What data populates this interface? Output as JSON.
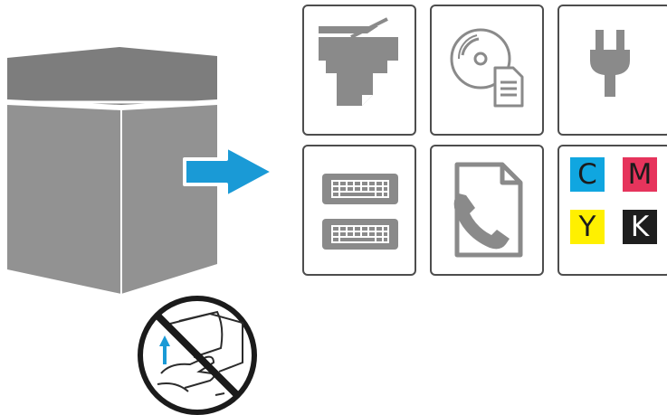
{
  "colors": {
    "printer_gray": "#929292",
    "printer_top": "#7d7d7d",
    "arrow_blue": "#1a9ad6",
    "tile_border": "#4d4d4d",
    "icon_gray": "#8a8a8a"
  },
  "icons": {
    "printer": "mfp-printer-icon",
    "arrow": "right-arrow-icon",
    "tiles": [
      "scanner-copier-icon",
      "software-cd-document-icon",
      "power-plug-icon",
      "keyboard-icon",
      "fax-document-icon",
      "toner-cartridges-icon"
    ],
    "warning": "do-not-lift-by-control-panel-icon"
  },
  "toner": {
    "cyan": {
      "label": "C",
      "color": "#10a6e0",
      "text_color": "#1b1b1b"
    },
    "magenta": {
      "label": "M",
      "color": "#e6345c",
      "text_color": "#1b1b1b"
    },
    "yellow": {
      "label": "Y",
      "color": "#fff000",
      "text_color": "#1b1b1b"
    },
    "black": {
      "label": "K",
      "color": "#1e1e1e",
      "text_color": "#ffffff"
    }
  }
}
